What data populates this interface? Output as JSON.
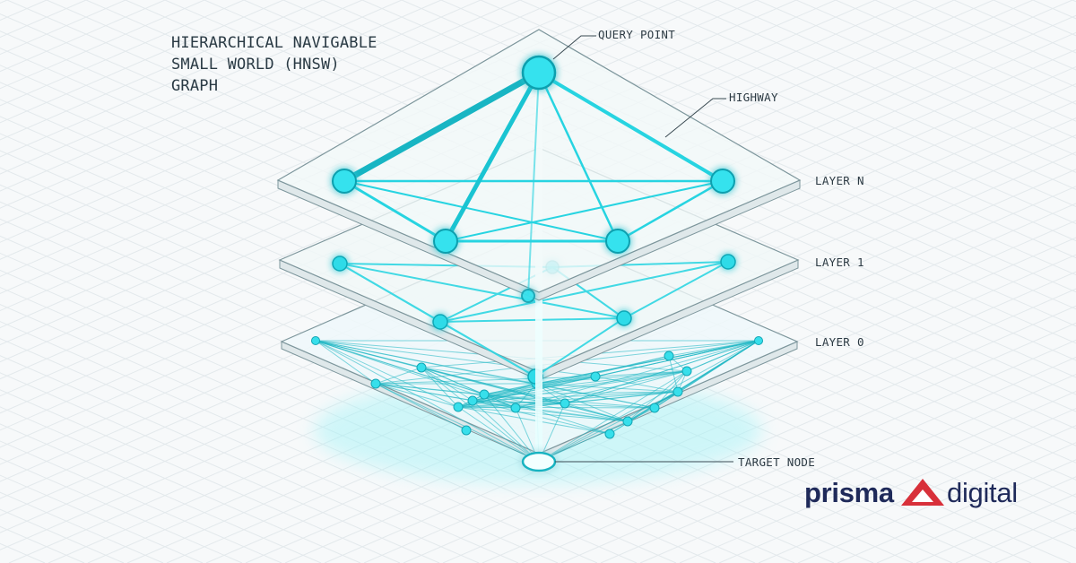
{
  "title_lines": [
    "HIERARCHICAL NAVIGABLE",
    "SMALL WORLD (HNSW)",
    "GRAPH"
  ],
  "labels": {
    "query_point": "QUERY POINT",
    "highway": "HIGHWAY",
    "layer_n": "LAYER N",
    "layer_1": "LAYER 1",
    "layer_0": "LAYER 0",
    "target_node": "TARGET NODE"
  },
  "logo": {
    "left": "prisma",
    "right": "digital",
    "mark_color": "#d8303a",
    "text_color": "#1f2a5a"
  },
  "colors": {
    "accent": "#1ed8e6",
    "accent_dark": "#12a9b8",
    "plane_edge": "#6f8a92",
    "text": "#2d3b44"
  }
}
